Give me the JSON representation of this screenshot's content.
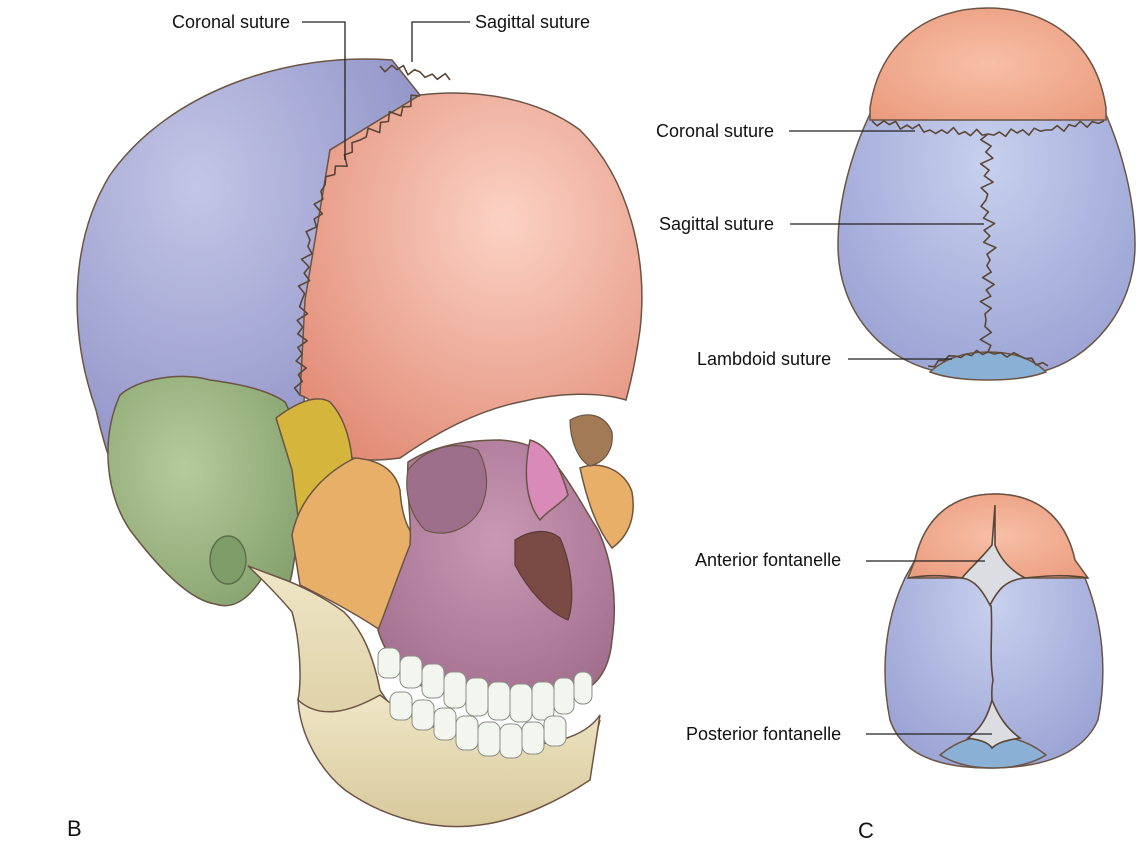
{
  "figure": {
    "panel_b": {
      "letter": "B",
      "labels": {
        "coronal": "Coronal suture",
        "sagittal": "Sagittal suture"
      }
    },
    "panel_c": {
      "letter": "C",
      "labels": {
        "coronal": "Coronal suture",
        "sagittal": "Sagittal suture",
        "lambdoid": "Lambdoid suture",
        "anterior_fontanelle": "Anterior fontanelle",
        "posterior_fontanelle": "Posterior fontanelle"
      }
    }
  },
  "colors": {
    "parietal": "#9c9fcf",
    "frontal": "#ee9c86",
    "occipital": "#8ab0d6",
    "temporal": "#97b37c",
    "sphenoid": "#d9b93a",
    "zygomatic": "#e8b06a",
    "maxilla": "#b27c9a",
    "nasal": "#d98ab8",
    "mandible": "#e8dcb4",
    "teeth": "#f3f5ef",
    "fontanelle": "#dcdde3"
  }
}
